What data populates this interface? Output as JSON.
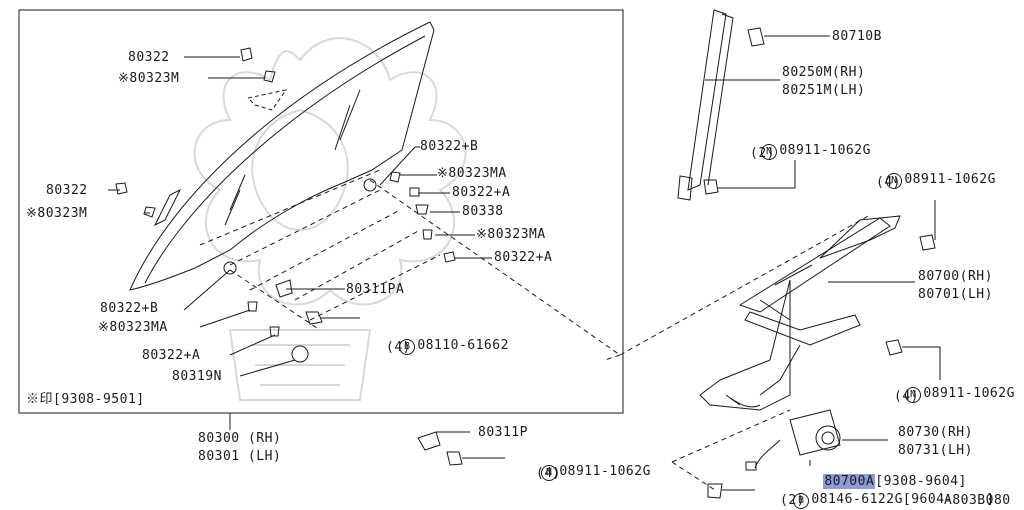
{
  "diagram": {
    "code": "A803B080",
    "asterisk_note": "※印[9308-9501]",
    "glass": {
      "label_rh": "80300 (RH)",
      "label_lh": "80301 (LH)"
    },
    "left_parts": [
      {
        "id": "p80322",
        "text": "80322"
      },
      {
        "id": "p80323m_a",
        "text": "※80323M"
      },
      {
        "id": "p80322b_top",
        "text": "80322+B"
      },
      {
        "id": "p80323ma_a",
        "text": "※80323MA"
      },
      {
        "id": "p80322a_a",
        "text": "80322+A"
      },
      {
        "id": "p80338",
        "text": "80338"
      },
      {
        "id": "p80323ma_b",
        "text": "※80323MA"
      },
      {
        "id": "p80322a_b",
        "text": "80322+A"
      },
      {
        "id": "p80322_b",
        "text": "80322"
      },
      {
        "id": "p80323m_b",
        "text": "※80323M"
      },
      {
        "id": "p80322b_bot",
        "text": "80322+B"
      },
      {
        "id": "p80311pa",
        "text": "80311PA"
      },
      {
        "id": "p80323ma_c",
        "text": "※80323MA"
      },
      {
        "id": "p08110_circle",
        "text": "B"
      },
      {
        "id": "p08110",
        "text": "08110-61662"
      },
      {
        "id": "p08110_qty",
        "text": "(4)"
      },
      {
        "id": "p80322a_c",
        "text": "80322+A"
      },
      {
        "id": "p80319n",
        "text": "80319N"
      }
    ],
    "right_parts": [
      {
        "id": "r80710b",
        "text": "80710B"
      },
      {
        "id": "r80250m",
        "text": "80250M(RH)"
      },
      {
        "id": "r80251m",
        "text": "80251M(LH)"
      },
      {
        "id": "r08911_a_circle",
        "text": "N"
      },
      {
        "id": "r08911_a",
        "text": "08911-1062G"
      },
      {
        "id": "r08911_a_qty",
        "text": "(2)"
      },
      {
        "id": "r08911_b_circle",
        "text": "N"
      },
      {
        "id": "r08911_b",
        "text": "08911-1062G"
      },
      {
        "id": "r08911_b_qty",
        "text": "(4)"
      },
      {
        "id": "r80700",
        "text": "80700(RH)"
      },
      {
        "id": "r80701",
        "text": "80701(LH)"
      },
      {
        "id": "r08911_c_circle",
        "text": "N"
      },
      {
        "id": "r08911_c",
        "text": "08911-1062G"
      },
      {
        "id": "r08911_c_qty",
        "text": "(4)"
      },
      {
        "id": "r80730",
        "text": "80730(RH)"
      },
      {
        "id": "r80731",
        "text": "80731(LH)"
      },
      {
        "id": "r80700a",
        "text": "80700A"
      },
      {
        "id": "r80700a_range",
        "text": "[9308-9604]"
      },
      {
        "id": "r08146_circle",
        "text": "B"
      },
      {
        "id": "r08146",
        "text": "08146-6122G[9604-    ]"
      },
      {
        "id": "r08146_qty",
        "text": "(2)"
      },
      {
        "id": "r80311p",
        "text": "80311P"
      },
      {
        "id": "r08911_d_circle",
        "text": "N"
      },
      {
        "id": "r08911_d",
        "text": "08911-1062G"
      },
      {
        "id": "r08911_d_qty",
        "text": "(4)"
      }
    ]
  }
}
